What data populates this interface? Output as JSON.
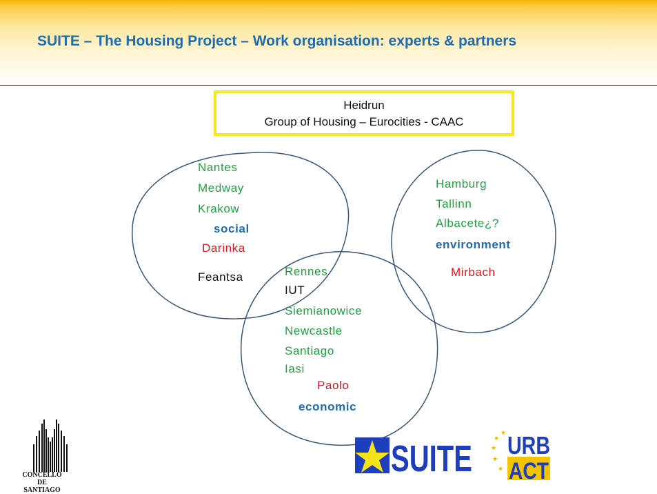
{
  "title": "SUITE – The Housing Project – Work organisation: experts & partners",
  "org_box": {
    "line1": "Heidrun",
    "line2": "Group of Housing – Eurocities - CAAC"
  },
  "social_group": {
    "partners": [
      "Nantes",
      "Medway",
      "Krakow"
    ],
    "theme": "social",
    "expert": "Darinka",
    "other": "Feantsa"
  },
  "environment_group": {
    "partners": [
      "Hamburg",
      "Tallinn",
      "Albacete¿?"
    ],
    "theme": "environment",
    "expert": "Mirbach"
  },
  "economic_group": {
    "partners": [
      "Rennes",
      "Siemianowice",
      "Newcastle",
      "Santiago",
      "Iasi"
    ],
    "other": "IUT",
    "expert": "Paolo",
    "theme": "economic"
  },
  "logos": {
    "concello_line1": "CONCELLO DE",
    "concello_line2": "SANTIAGO",
    "suite": "SUITE",
    "urbact_line1": "URB",
    "urbact_line2": "ACT"
  },
  "colors": {
    "title_blue": "#1e6bb0",
    "partner_green": "#1aa43c",
    "expert_red": "#e0141b",
    "circle_stroke": "#3a5578",
    "box_yellow": "#f4ea22",
    "header_orange": "#f5b400"
  }
}
